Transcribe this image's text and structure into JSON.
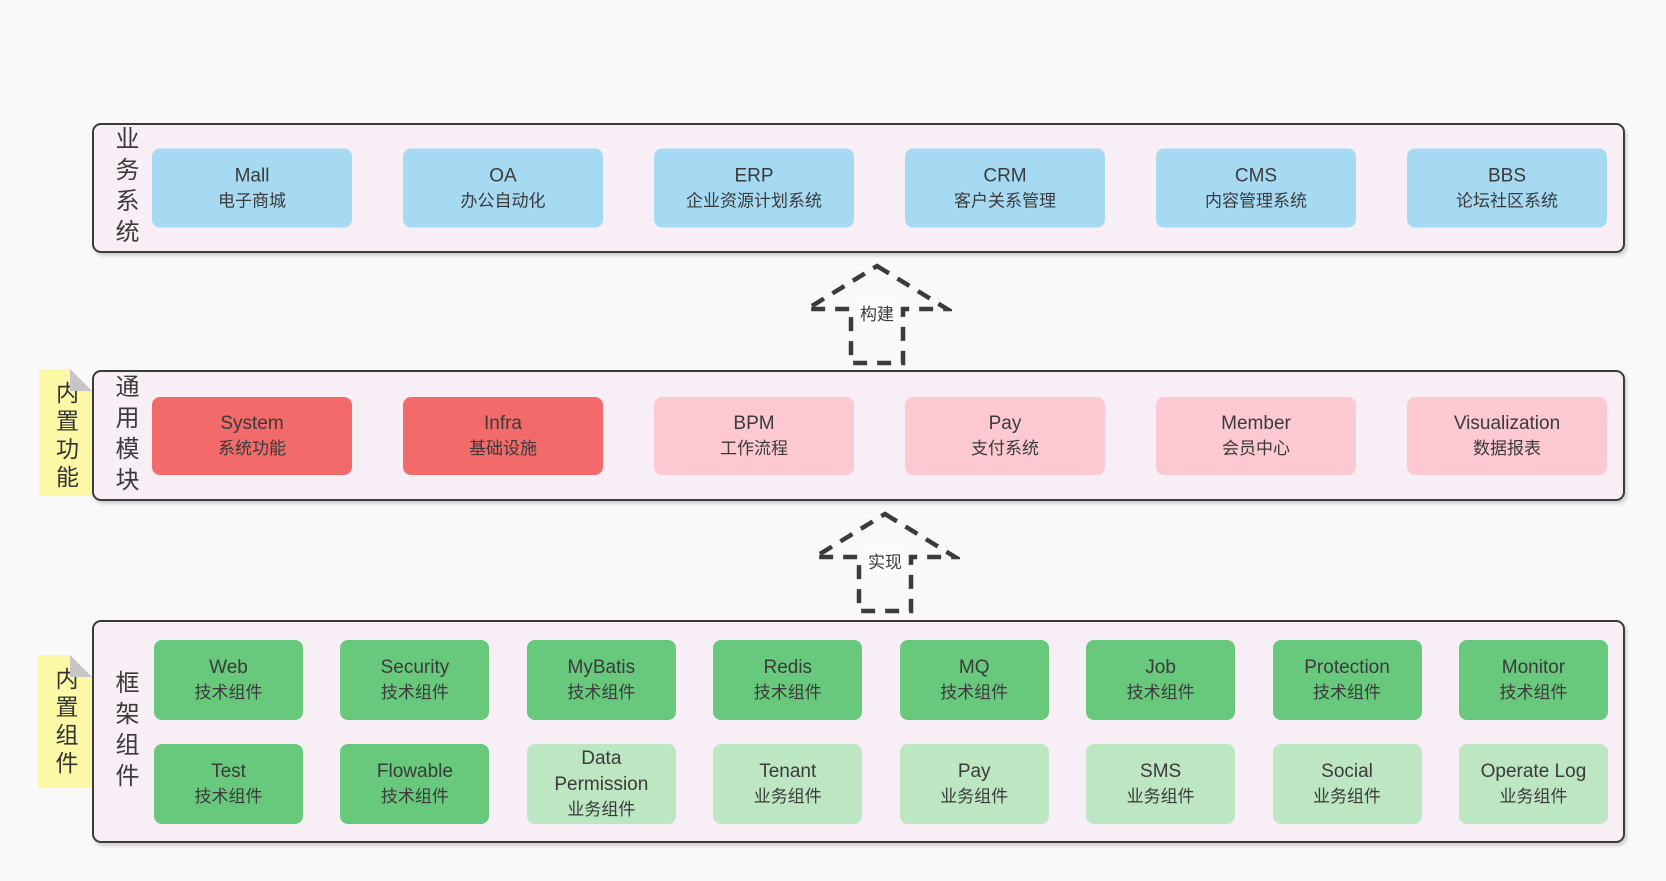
{
  "canvas": {
    "background": "#f9f9f9",
    "container_fill": "#f8eef6",
    "border_color": "#3b3b3b",
    "text_color": "#3a3a3a"
  },
  "palette": {
    "blue": "#a6daf3",
    "red": "#f26a6a",
    "pink": "#fcc9d3",
    "green": "#68c97d",
    "light_green": "#bde6c3",
    "note_yellow": "#fbf9a6",
    "note_fold_gray": "#c6c6c6"
  },
  "arrows": [
    {
      "label": "构建"
    },
    {
      "label": "实现"
    }
  ],
  "layers": {
    "business": {
      "side_label": "业务系统",
      "boxes": [
        {
          "title": "Mall",
          "subtitle": "电子商城",
          "variant": "blue"
        },
        {
          "title": "OA",
          "subtitle": "办公自动化",
          "variant": "blue"
        },
        {
          "title": "ERP",
          "subtitle": "企业资源计划系统",
          "variant": "blue"
        },
        {
          "title": "CRM",
          "subtitle": "客户关系管理",
          "variant": "blue"
        },
        {
          "title": "CMS",
          "subtitle": "内容管理系统",
          "variant": "blue"
        },
        {
          "title": "BBS",
          "subtitle": "论坛社区系统",
          "variant": "blue"
        }
      ]
    },
    "modules": {
      "side_label": "通用模块",
      "note": "内置功能",
      "boxes": [
        {
          "title": "System",
          "subtitle": "系统功能",
          "variant": "red"
        },
        {
          "title": "Infra",
          "subtitle": "基础设施",
          "variant": "red"
        },
        {
          "title": "BPM",
          "subtitle": "工作流程",
          "variant": "pink"
        },
        {
          "title": "Pay",
          "subtitle": "支付系统",
          "variant": "pink"
        },
        {
          "title": "Member",
          "subtitle": "会员中心",
          "variant": "pink"
        },
        {
          "title": "Visualization",
          "subtitle": "数据报表",
          "variant": "pink"
        }
      ]
    },
    "components": {
      "side_label": "框架组件",
      "note": "内置组件",
      "rows": [
        [
          {
            "title": "Web",
            "subtitle": "技术组件",
            "variant": "green"
          },
          {
            "title": "Security",
            "subtitle": "技术组件",
            "variant": "green"
          },
          {
            "title": "MyBatis",
            "subtitle": "技术组件",
            "variant": "green"
          },
          {
            "title": "Redis",
            "subtitle": "技术组件",
            "variant": "green"
          },
          {
            "title": "MQ",
            "subtitle": "技术组件",
            "variant": "green"
          },
          {
            "title": "Job",
            "subtitle": "技术组件",
            "variant": "green"
          },
          {
            "title": "Protection",
            "subtitle": "技术组件",
            "variant": "green"
          },
          {
            "title": "Monitor",
            "subtitle": "技术组件",
            "variant": "green"
          }
        ],
        [
          {
            "title": "Test",
            "subtitle": "技术组件",
            "variant": "green"
          },
          {
            "title": "Flowable",
            "subtitle": "技术组件",
            "variant": "green"
          },
          {
            "title": "Data Permission",
            "subtitle": "业务组件",
            "variant": "light_green"
          },
          {
            "title": "Tenant",
            "subtitle": "业务组件",
            "variant": "light_green"
          },
          {
            "title": "Pay",
            "subtitle": "业务组件",
            "variant": "light_green"
          },
          {
            "title": "SMS",
            "subtitle": "业务组件",
            "variant": "light_green"
          },
          {
            "title": "Social",
            "subtitle": "业务组件",
            "variant": "light_green"
          },
          {
            "title": "Operate Log",
            "subtitle": "业务组件",
            "variant": "light_green"
          }
        ]
      ]
    }
  }
}
